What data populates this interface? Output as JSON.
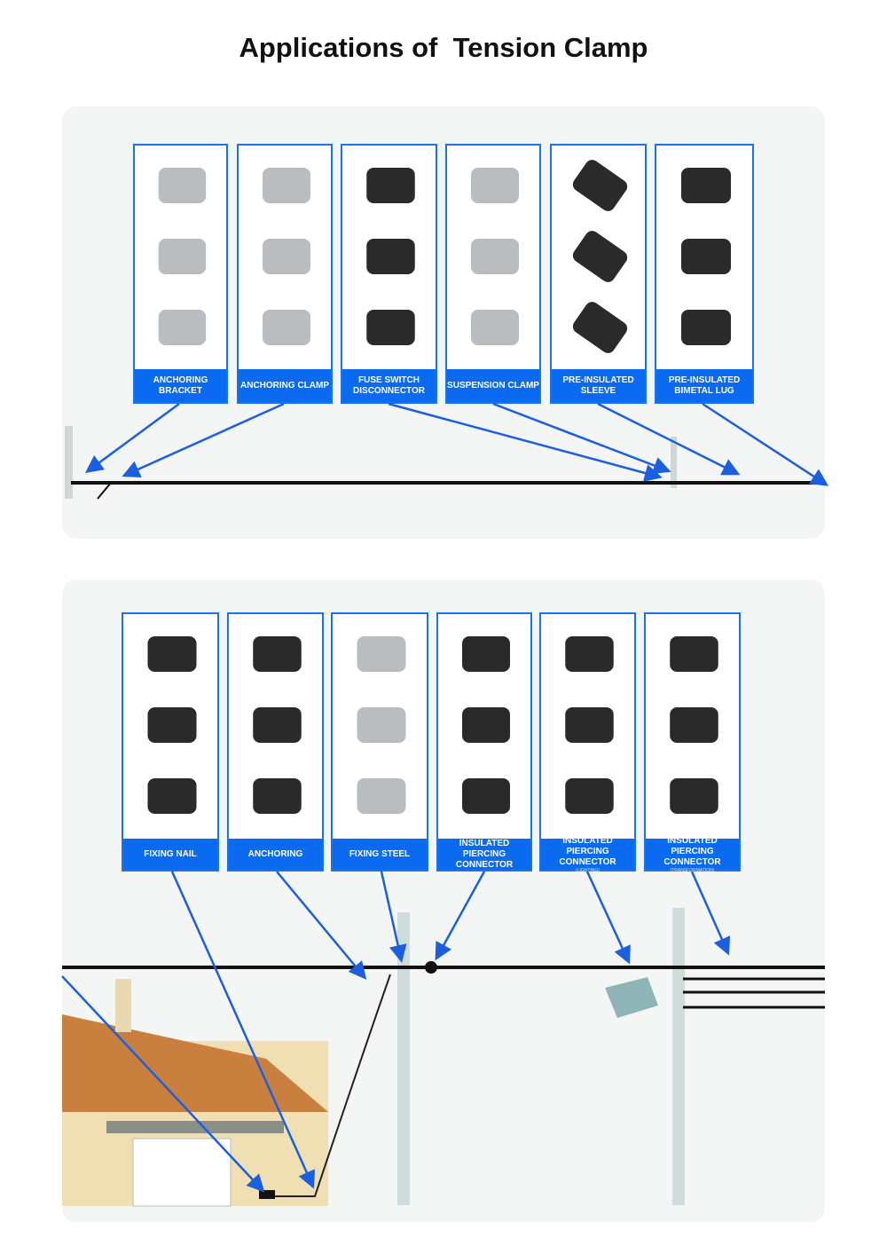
{
  "title": "Applications of  Tension Clamp",
  "top_cards": [
    {
      "label": "ANCHORING BRACKET",
      "icon": "bracket"
    },
    {
      "label": "ANCHORING CLAMP",
      "icon": "clamp"
    },
    {
      "label": "FUSE SWITCH DISCONNECTOR",
      "icon": "fuse"
    },
    {
      "label": "SUSPENSION CLAMP",
      "icon": "suspension"
    },
    {
      "label": "PRE-INSULATED SLEEVE",
      "icon": "sleeve"
    },
    {
      "label": "PRE-INSULATED BIMETAL LUG",
      "icon": "lug"
    }
  ],
  "bottom_cards": [
    {
      "label": "FIXING NAIL",
      "sub": "",
      "icon": "nail"
    },
    {
      "label": "ANCHORING",
      "sub": "",
      "icon": "anchoring"
    },
    {
      "label": "FIXING STEEL",
      "sub": "",
      "icon": "steel"
    },
    {
      "label": "INSULATED PIERCING CONNECTOR",
      "sub": "",
      "icon": "ipc"
    },
    {
      "label": "INSULATED PIERCING CONNECTOR",
      "sub": "(LIGHTING)",
      "icon": "ipc"
    },
    {
      "label": "INSULATED PIERCING CONNECTOR",
      "sub": "(TRANSFORMATION)",
      "icon": "ipc-t"
    }
  ],
  "colors": {
    "accent": "#0a6bf0",
    "arrow": "#1a5fe0",
    "cable": "#111111"
  }
}
